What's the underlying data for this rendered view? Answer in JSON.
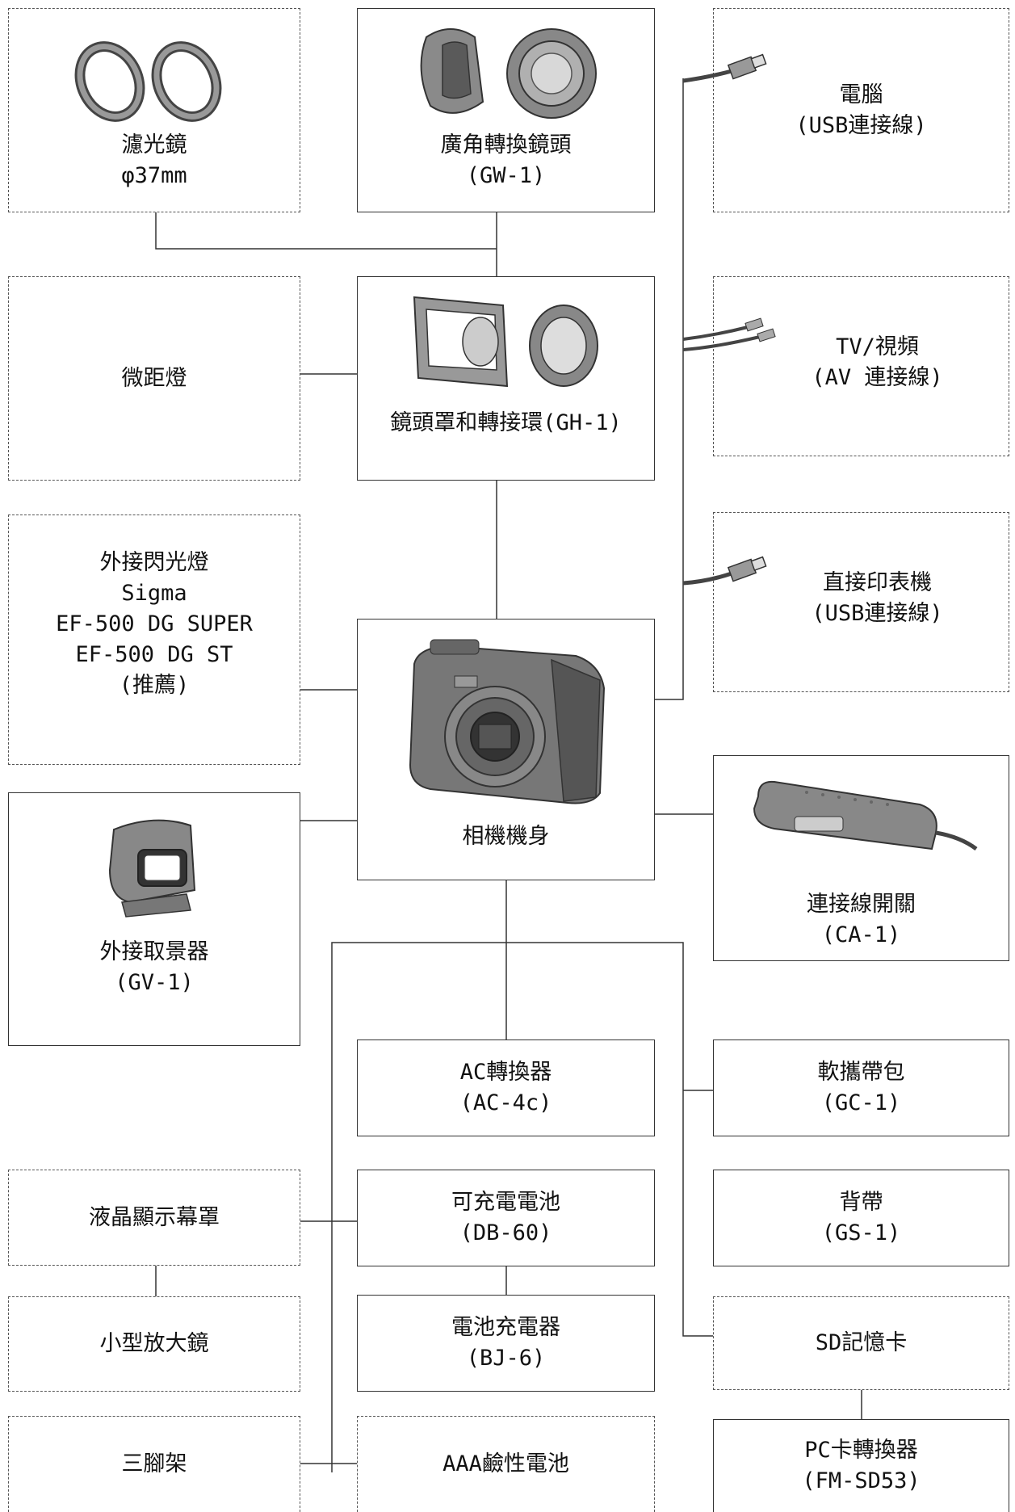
{
  "nodes": {
    "filter": {
      "lines": [
        "濾光鏡",
        "φ37mm"
      ]
    },
    "wide_conv": {
      "lines": [
        "廣角轉換鏡頭",
        "(GW-1)"
      ]
    },
    "pc": {
      "lines": [
        "電腦",
        "(USB連接線)"
      ]
    },
    "macro_light": {
      "lines": [
        "微距燈"
      ]
    },
    "hood_adapter": {
      "lines": [
        "鏡頭罩和轉接環(GH-1)"
      ]
    },
    "tv_video": {
      "lines": [
        "TV/視頻",
        "(AV 連接線)"
      ]
    },
    "ext_flash": {
      "lines": [
        "外接閃光燈",
        "Sigma",
        "EF-500 DG SUPER",
        "EF-500 DG ST",
        "(推薦)"
      ]
    },
    "direct_printer": {
      "lines": [
        "直接印表機",
        "(USB連接線)"
      ]
    },
    "camera_body": {
      "lines": [
        "相機機身"
      ]
    },
    "ext_viewfinder": {
      "lines": [
        "外接取景器",
        "(GV-1)"
      ]
    },
    "cable_switch": {
      "lines": [
        "連接線開關",
        "(CA-1)"
      ]
    },
    "ac_adapter": {
      "lines": [
        "AC轉換器",
        "(AC-4c)"
      ]
    },
    "soft_case": {
      "lines": [
        "軟攜帶包",
        "(GC-1)"
      ]
    },
    "lcd_hood": {
      "lines": [
        "液晶顯示幕罩"
      ]
    },
    "battery": {
      "lines": [
        "可充電電池",
        "(DB-60)"
      ]
    },
    "strap": {
      "lines": [
        "背帶",
        "(GS-1)"
      ]
    },
    "loupe": {
      "lines": [
        "小型放大鏡"
      ]
    },
    "charger": {
      "lines": [
        "電池充電器",
        "(BJ-6)"
      ]
    },
    "sd_card": {
      "lines": [
        "SD記憶卡"
      ]
    },
    "tripod": {
      "lines": [
        "三腳架"
      ]
    },
    "aaa_battery": {
      "lines": [
        "AAA鹼性電池"
      ]
    },
    "pc_card_adapter": {
      "lines": [
        "PC卡轉換器",
        "(FM-SD53)"
      ]
    }
  },
  "colors": {
    "line": "#333333",
    "device": "#7a7a7a",
    "device_dark": "#4a4a4a",
    "device_light": "#b0b0b0"
  }
}
